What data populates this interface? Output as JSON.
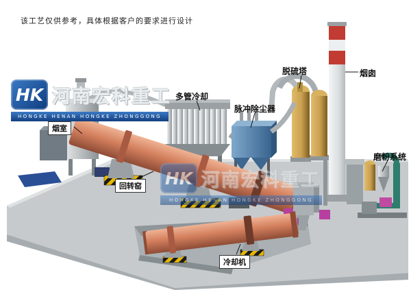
{
  "disclaimer": "该工艺仅供参考，具体根据客户的要求进行设计",
  "watermark": {
    "logo": "HK",
    "company_cn": "河南宏科重工",
    "company_en": "HONGKE HENAN HONGKE ZHONGGONG"
  },
  "labels": {
    "smoke_chamber": "烟室",
    "multi_tube_cooler": "多管冷却",
    "pulse_dust_collector": "脉冲除尘器",
    "desulfurization_tower": "脱硫塔",
    "chimney": "烟囱",
    "grinding_system": "磨粉系统",
    "rotary_kiln": "回转窑",
    "cooler": "冷却机"
  },
  "colors": {
    "kiln_shell": "#d4805e",
    "dust_collector_blue": "#4f7ca8",
    "chimney_band_red": "#c23b32",
    "desulfurization_tan": "#c9a050",
    "hazard_yellow": "#e8b800",
    "pipe_teal": "#2e7d6e",
    "equipment_magenta": "#c04aa2",
    "watermark_blue": "#1a57a8",
    "platform_gray": "#c6cacc"
  }
}
